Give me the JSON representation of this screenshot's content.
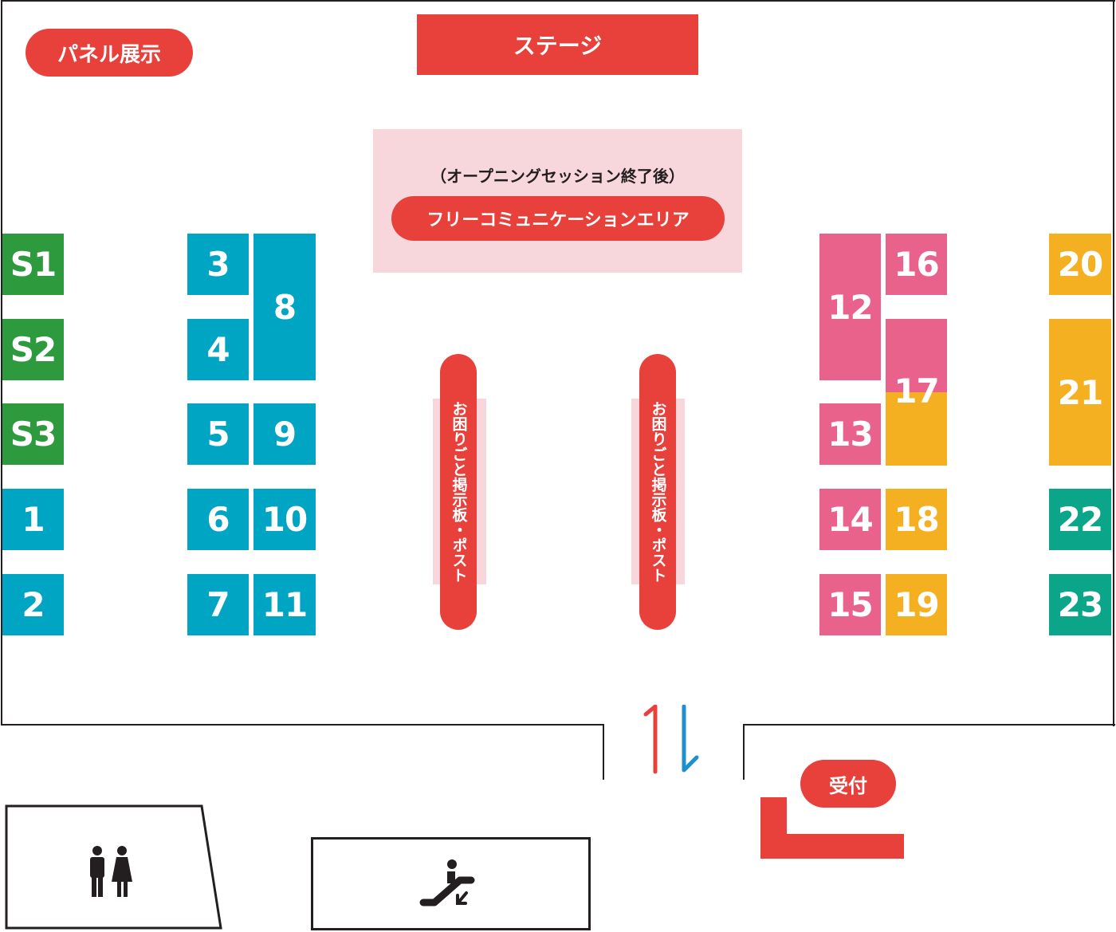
{
  "labels": {
    "panel_exhibit": "パネル展示",
    "stage": "ステージ",
    "free_area_note": "（オープニングセッション終了後）",
    "free_area": "フリーコミュニケーションエリア",
    "board_left": "お困りごと掲示板・ポスト",
    "board_right": "お困りごと掲示板・ポスト",
    "reception": "受付"
  },
  "booths": {
    "S1": "S1",
    "S2": "S2",
    "S3": "S3",
    "b1": "1",
    "b2": "2",
    "b3": "3",
    "b4": "4",
    "b5": "5",
    "b6": "6",
    "b7": "7",
    "b8": "8",
    "b9": "9",
    "b10": "10",
    "b11": "11",
    "b12": "12",
    "b13": "13",
    "b14": "14",
    "b15": "15",
    "b16": "16",
    "b17": "17",
    "b18": "18",
    "b19": "19",
    "b20": "20",
    "b21": "21",
    "b22": "22",
    "b23": "23"
  },
  "icons": {
    "restroom": "restroom-icon",
    "escalator": "escalator-icon",
    "entrance_arrows": "up-down-arrows-icon"
  },
  "colors": {
    "red": "#e8403a",
    "green": "#2e9a3e",
    "blue": "#00a5c4",
    "pink": "#e8628c",
    "orange": "#f5b021",
    "teal": "#0ba58a",
    "light_pink": "#f8d7dc",
    "wall": "#231f20"
  }
}
